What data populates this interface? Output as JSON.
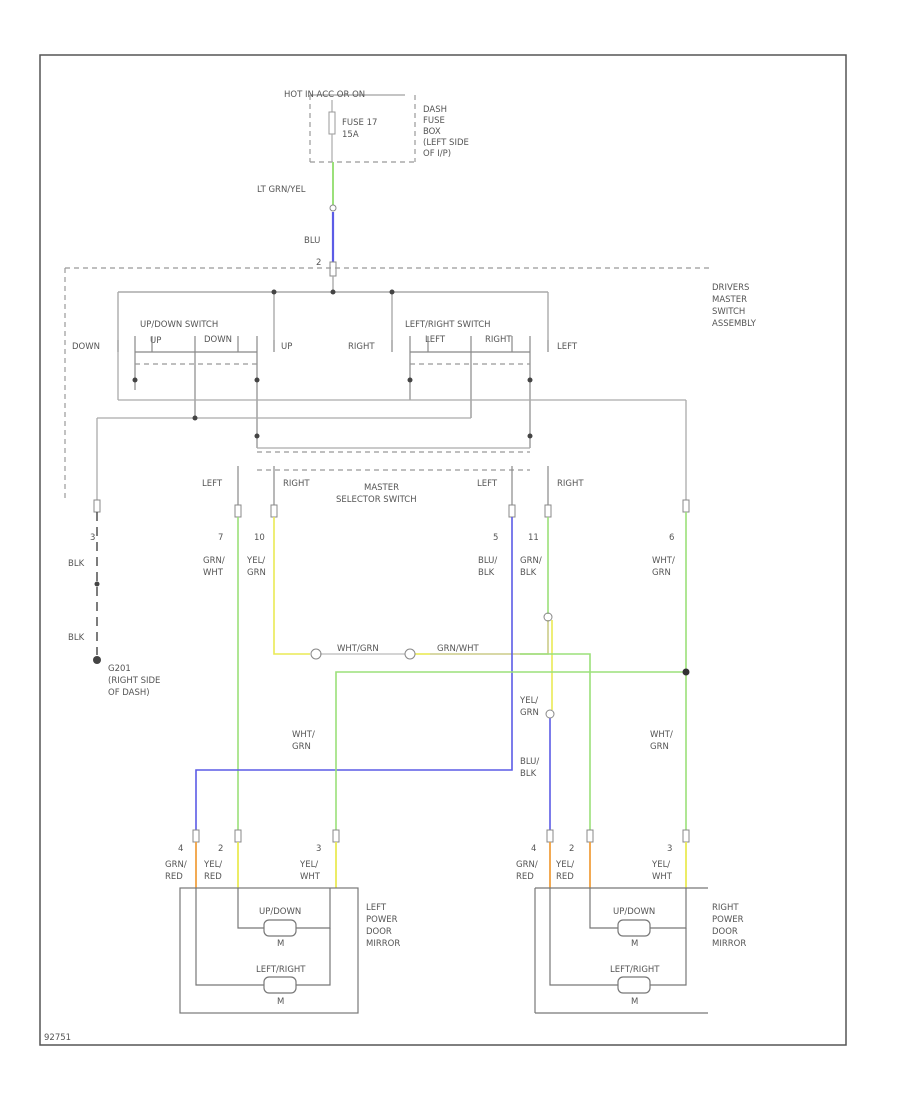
{
  "colors": {
    "border": "#555555",
    "wire_gray": "#aaaaaa",
    "green": "#9be07a",
    "blue": "#5c5ce6",
    "yellow": "#eaea55",
    "orange": "#f0a040"
  },
  "fuse": {
    "hot": "HOT IN ACC OR ON",
    "fuse_name": "FUSE 17",
    "fuse_amp": "15A",
    "box_lines": [
      "DASH",
      "FUSE",
      "BOX",
      "(LEFT SIDE",
      "OF I/P)"
    ]
  },
  "feed_wires": {
    "lt_grn_yel": "LT GRN/YEL",
    "blu": "BLU",
    "pin_2": "2"
  },
  "master_switch": {
    "title_lines": [
      "DRIVERS",
      "MASTER",
      "SWITCH",
      "ASSEMBLY"
    ],
    "updown_title": "UP/DOWN SWITCH",
    "leftright_title": "LEFT/RIGHT SWITCH",
    "down": "DOWN",
    "up": "UP",
    "right": "RIGHT",
    "left": "LEFT",
    "up_small": "UP",
    "down_small": "DOWN",
    "left_small": "LEFT",
    "right_small": "RIGHT"
  },
  "selector": {
    "title_lines": [
      "MASTER",
      "SELECTOR SWITCH"
    ],
    "left": "LEFT",
    "right": "RIGHT"
  },
  "pins": {
    "p3": "3",
    "p7": "7",
    "p10": "10",
    "p5": "5",
    "p11": "11",
    "p6": "6"
  },
  "wire_labels": {
    "blk": "BLK",
    "grn_wht": [
      "GRN/",
      "WHT"
    ],
    "yel_grn": [
      "YEL/",
      "GRN"
    ],
    "blu_blk": [
      "BLU/",
      "BLK"
    ],
    "grn_blk": [
      "GRN/",
      "BLK"
    ],
    "wht_grn": [
      "WHT/",
      "GRN"
    ],
    "wht_grn_inline": "WHT/GRN",
    "grn_wht_inline": "GRN/WHT",
    "yel_grn_mid": [
      "YEL/",
      "GRN"
    ],
    "blu_blk_mid": [
      "BLU/",
      "BLK"
    ],
    "wht_grn_left": [
      "WHT/",
      "GRN"
    ],
    "wht_grn_right": [
      "WHT/",
      "GRN"
    ]
  },
  "ground": {
    "name": "G201",
    "lines": [
      "(RIGHT SIDE",
      "OF DASH)"
    ]
  },
  "left_mirror": {
    "pins": [
      "4",
      "2",
      "3"
    ],
    "wire_top": [
      "GRN/",
      "YEL/",
      "YEL/"
    ],
    "wire_bottom": [
      "RED",
      "RED",
      "WHT"
    ],
    "updown": "UP/DOWN",
    "leftright": "LEFT/RIGHT",
    "motor": "M",
    "title_lines": [
      "LEFT",
      "POWER",
      "DOOR",
      "MIRROR"
    ]
  },
  "right_mirror": {
    "pins": [
      "4",
      "2",
      "3"
    ],
    "wire_top": [
      "GRN/",
      "YEL/",
      "YEL/"
    ],
    "wire_bottom": [
      "RED",
      "RED",
      "WHT"
    ],
    "updown": "UP/DOWN",
    "leftright": "LEFT/RIGHT",
    "motor": "M",
    "title_lines": [
      "RIGHT",
      "POWER",
      "DOOR",
      "MIRROR"
    ]
  },
  "footer_code": "92751"
}
